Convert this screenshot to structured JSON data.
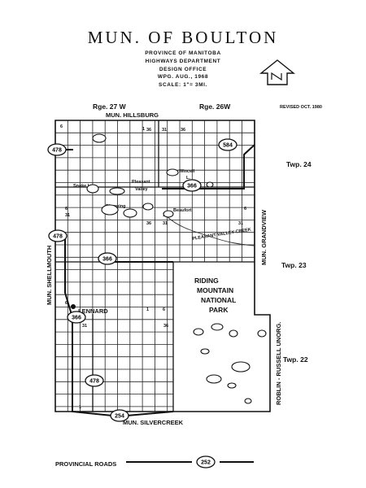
{
  "header": {
    "title": "MUN. OF BOULTON",
    "lines": [
      "PROVINCE OF MANITOBA",
      "HIGHWAYS DEPARTMENT",
      "DESIGN OFFICE",
      "WPG. AUG., 1968",
      "SCALE: 1\"= 3MI."
    ],
    "revised": "REVISED OCT. 1980"
  },
  "ranges": {
    "west": "Rge. 27 W",
    "east": "Rge. 26W"
  },
  "townships": [
    "Twp. 24",
    "Twp. 23",
    "Twp. 22"
  ],
  "boundaries": {
    "north": "MUN. HILLSBURG",
    "south": "MUN. SILVERCREEK",
    "west": "MUN. SHELLMOUTH",
    "east_upper": "MUN. GRANDVIEW",
    "east_lower": "ROBLIN - RUSSELL UNORG."
  },
  "park": [
    "RIDING",
    "MOUNTAIN",
    "NATIONAL",
    "PARK"
  ],
  "places": {
    "lennard": "LENNARD",
    "snake_lake": "Snake L.",
    "pleasant_valley": [
      "Pleasant",
      "Valley"
    ],
    "bluewing": "Bluewing",
    "wincell": [
      "Wincell",
      "L."
    ],
    "beaufort": "Beaufort",
    "creek": "PLEASANT VALLEY CREEK"
  },
  "road_shields": [
    "478",
    "584",
    "366",
    "478",
    "366",
    "366",
    "478",
    "254"
  ],
  "section_numbers": [
    "6",
    "1",
    "36",
    "31",
    "36",
    "31",
    "6",
    "1",
    "6",
    "31",
    "36",
    "31",
    "6",
    "1",
    "6",
    "36",
    "31",
    "1"
  ],
  "legend": {
    "label": "PROVINCIAL ROADS",
    "shield": "252"
  }
}
